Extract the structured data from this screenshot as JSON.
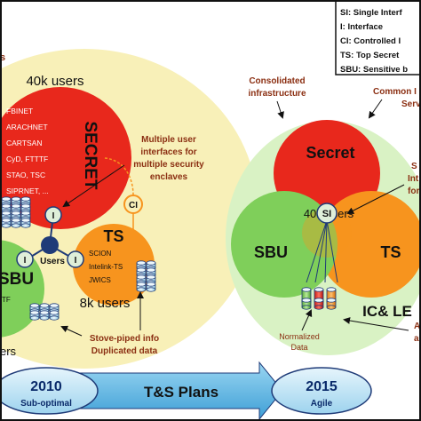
{
  "legend": {
    "lines": [
      "SI:  Single Interf",
      "I:     Interface",
      "CI:   Controlled I",
      "TS:  Top Secret",
      "SBU: Sensitive b"
    ]
  },
  "left": {
    "top_fragment": "s",
    "secret_users": "40k users",
    "secret_label": "SECRET",
    "secret_networks": [
      "FBINET",
      "ARACHNET",
      "CARTSAN",
      "CyD, FTTTF",
      "STAO, TSC",
      "SIPRNET, ..."
    ],
    "multi_interfaces_lines": [
      "Multiple user",
      "interfaces for",
      "multiple security",
      "enclaves"
    ],
    "ci_label": "CI",
    "i_label": "I",
    "users_label": "Users",
    "ts_label": "TS",
    "ts_networks": [
      "SCION",
      "Intelink-TS",
      "JWICS"
    ],
    "ts_users": "8k users",
    "sbu_label": "SBU",
    "sbu_fragment": "TF",
    "sbu_users_fragment": "ers",
    "stovepipe_lines": [
      "Stove-piped info",
      "Duplicated data"
    ]
  },
  "right": {
    "consolidated_lines": [
      "Consolidated",
      "infrastructure"
    ],
    "common_lines": [
      "Common I",
      "Serv"
    ],
    "s_fragment_lines": [
      "S",
      "Int",
      "for"
    ],
    "secret_label": "Secret",
    "users_label": "40k users",
    "si_label": "SI",
    "sbu_label": "SBU",
    "ts_label": "TS",
    "icle_label": "IC& LE",
    "a_fragment_lines": [
      "A",
      "a"
    ],
    "normalized_lines": [
      "Normalized",
      "Data"
    ]
  },
  "bottom": {
    "year_2010": "2010",
    "sub_2010": "Sub-optimal",
    "plans": "T&S Plans",
    "year_2015": "2015",
    "sub_2015": "Agile"
  },
  "colors": {
    "secret_red": "#e8281c",
    "ts_orange": "#f7941e",
    "sbu_green": "#7fcf5a",
    "yellow_bg": "#f8f0b8",
    "pale_green_bg": "#d9f2c4",
    "callout_brown": "#8b2f12",
    "arrow_blue": "#5eb8e6",
    "navy": "#1f3b78"
  }
}
